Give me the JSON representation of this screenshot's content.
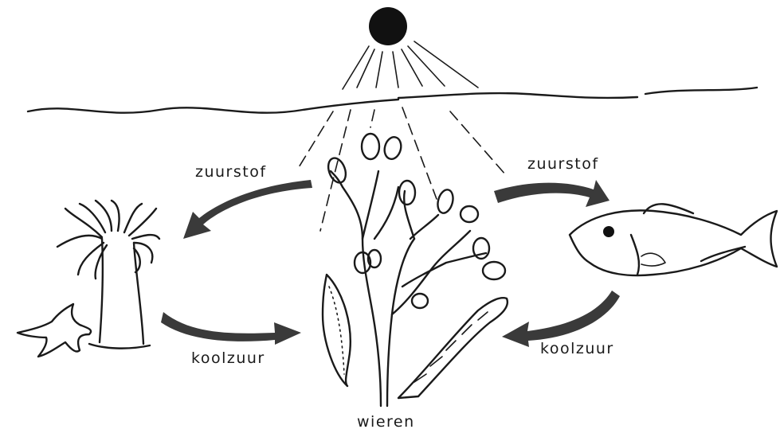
{
  "diagram": {
    "labels": {
      "oxygen_left": "zuurstof",
      "oxygen_right": "zuurstof",
      "co2_left": "koolzuur",
      "co2_right": "koolzuur",
      "algae": "wieren"
    },
    "colors": {
      "ink": "#1a1a1a",
      "arrow": "#3a3a3a",
      "background": "#ffffff"
    }
  }
}
